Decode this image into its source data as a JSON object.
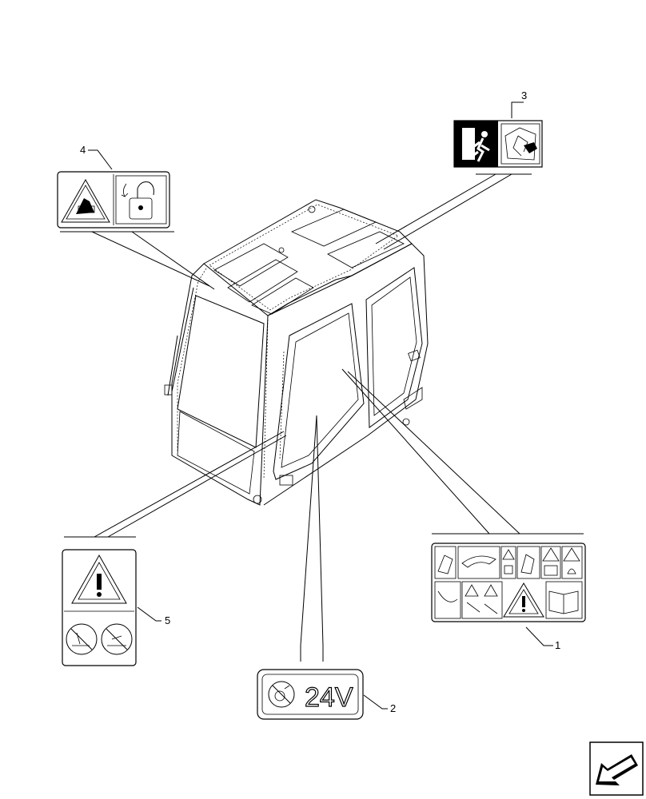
{
  "callouts": [
    {
      "id": "1",
      "label": "1"
    },
    {
      "id": "2",
      "label": "2"
    },
    {
      "id": "3",
      "label": "3"
    },
    {
      "id": "4",
      "label": "4"
    },
    {
      "id": "5",
      "label": "5"
    }
  ],
  "decal2": {
    "voltage_text": "24V"
  },
  "icons": {
    "decal1": [
      "hazard-arm-icon",
      "hazard-boom-icon",
      "warning-small-icon",
      "hazard-bucket-icon",
      "hazard-fall-icon",
      "hazard-crush-icon",
      "hazard-hose-icon",
      "hazard-person-icon",
      "warning-triangle-icon",
      "manual-book-icon"
    ],
    "decal2": "no-battery-icon",
    "decal3": [
      "emergency-exit-icon",
      "break-window-icon"
    ],
    "decal4": [
      "hazard-hand-icon",
      "unlock-icon"
    ],
    "decal5": [
      "warning-triangle-icon",
      "no-welding-icon",
      "no-grinding-icon"
    ],
    "nav": "back-arrow-icon"
  }
}
